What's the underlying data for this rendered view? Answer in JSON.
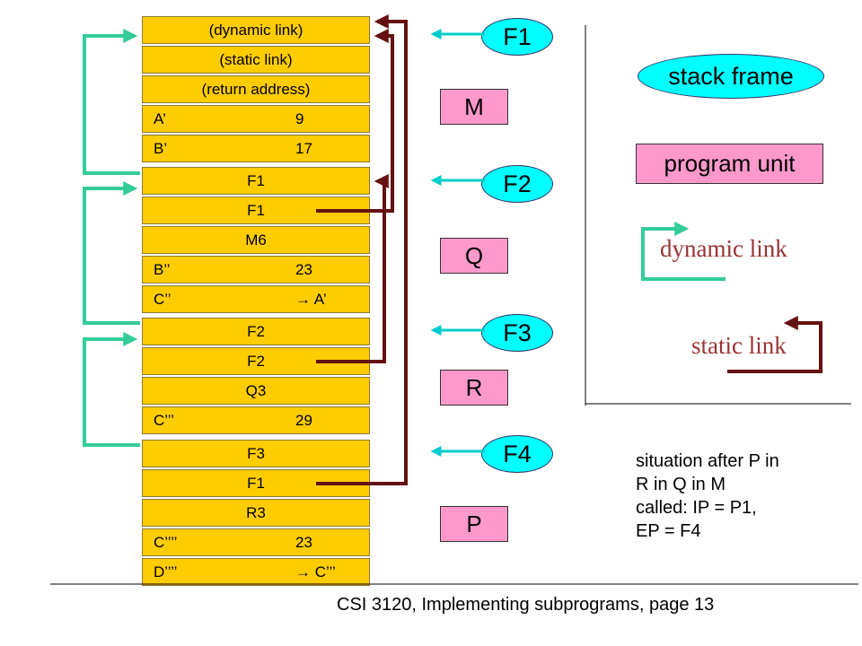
{
  "stack": [
    {
      "cells": [
        {
          "text": "(dynamic link)"
        },
        {
          "text": "(static link)"
        },
        {
          "text": "(return address)"
        },
        {
          "left": "A’",
          "right": "9"
        },
        {
          "left": "B’",
          "right": "17"
        }
      ]
    },
    {
      "cells": [
        {
          "text": "F1"
        },
        {
          "text": "F1"
        },
        {
          "text": "M6"
        },
        {
          "left": "B’’",
          "right": "23"
        },
        {
          "left": "C’’",
          "right": "→ A’"
        }
      ]
    },
    {
      "cells": [
        {
          "text": "F2"
        },
        {
          "text": "F2"
        },
        {
          "text": "Q3"
        },
        {
          "left": "C’’’",
          "right": "29"
        }
      ]
    },
    {
      "cells": [
        {
          "text": "F3"
        },
        {
          "text": "F1"
        },
        {
          "text": "R3"
        },
        {
          "left": "C’’’’",
          "right": "23"
        },
        {
          "left": "D’’’’",
          "right": "→ C’’’"
        }
      ]
    }
  ],
  "frame_pointers": [
    "F1",
    "F2",
    "F3",
    "F4"
  ],
  "program_units": [
    "M",
    "Q",
    "R",
    "P"
  ],
  "legend": {
    "stack_frame": "stack frame",
    "program_unit": "program unit",
    "dynamic_link": "dynamic link",
    "static_link": "static link"
  },
  "note_lines": [
    "situation after P in",
    "R in Q in M",
    "called: IP = P1,",
    "EP = F4"
  ],
  "footer": "CSI 3120, Implementing subprograms, page 13",
  "colors": {
    "cell_fill": "#ffcc00",
    "frame_pointer_fill": "#00ffff",
    "program_unit_fill": "#ff99cc",
    "dynamic_link": "#33cc99",
    "static_link": "#661111",
    "legend_text": "#993333"
  }
}
